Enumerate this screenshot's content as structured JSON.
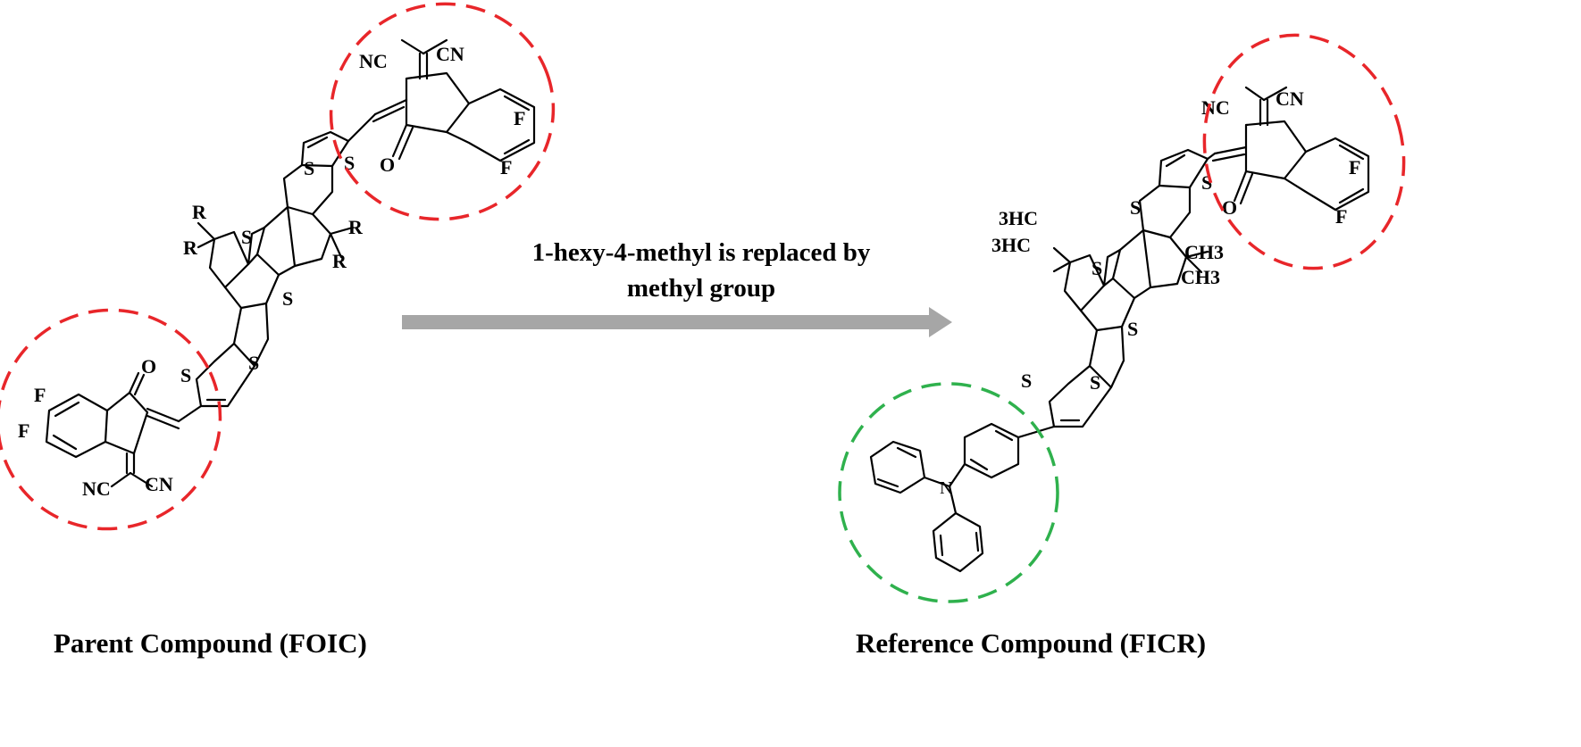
{
  "atoms": {
    "nc": "NC",
    "cn": "CN",
    "f": "F",
    "o": "O",
    "s": "S",
    "r": "R",
    "n": "N",
    "ch3": "CH3",
    "hc3": "3HC"
  },
  "arrow": {
    "text_line1": "1-hexy-4-methyl is replaced by",
    "text_line2": "methyl group"
  },
  "captions": {
    "parent": "Parent Compound (FOIC)",
    "reference": "Reference Compound (FICR)"
  },
  "colors": {
    "highlight_red": "#e8262a",
    "highlight_green": "#2fb14d",
    "arrow_gray": "#a6a6a6",
    "bond": "#000000"
  }
}
